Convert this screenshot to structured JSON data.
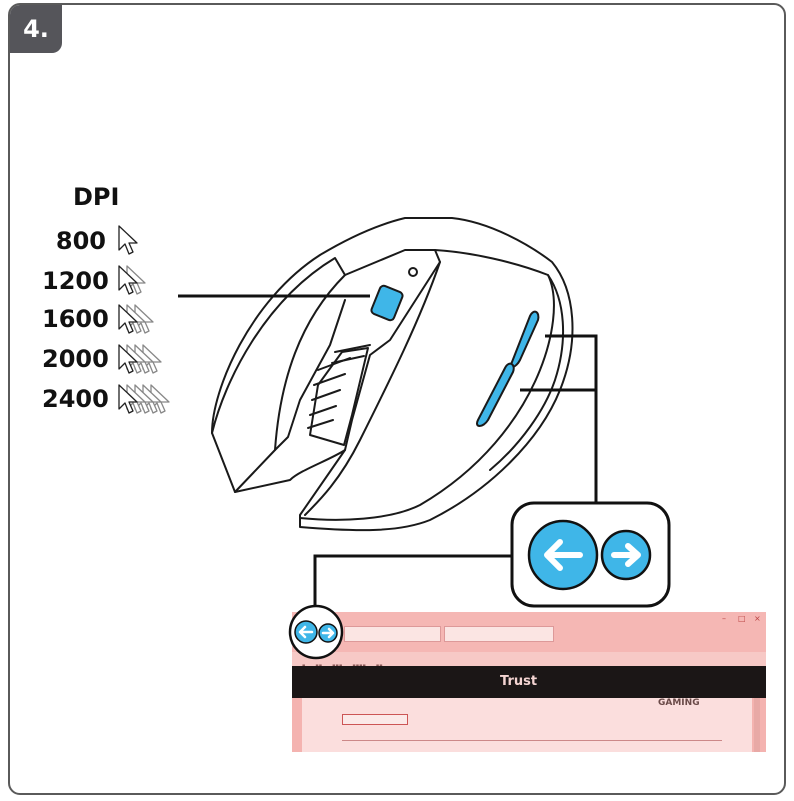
{
  "step": {
    "number": "4."
  },
  "dpi": {
    "title": "DPI",
    "levels": [
      {
        "value": "800",
        "cursors": 1
      },
      {
        "value": "1200",
        "cursors": 2
      },
      {
        "value": "1600",
        "cursors": 3
      },
      {
        "value": "2000",
        "cursors": 4
      },
      {
        "value": "2400",
        "cursors": 5
      }
    ]
  },
  "buttons": {
    "back_arrow": "←",
    "forward_arrow": "→"
  },
  "browser": {
    "logo": "Trust",
    "gaming_logo": "GAMING"
  },
  "colors": {
    "accent_blue": "#3fb6e8",
    "outline": "#1a1a1a",
    "frame": "#5a5a5a",
    "browser_tint": "#f5b7b4"
  }
}
